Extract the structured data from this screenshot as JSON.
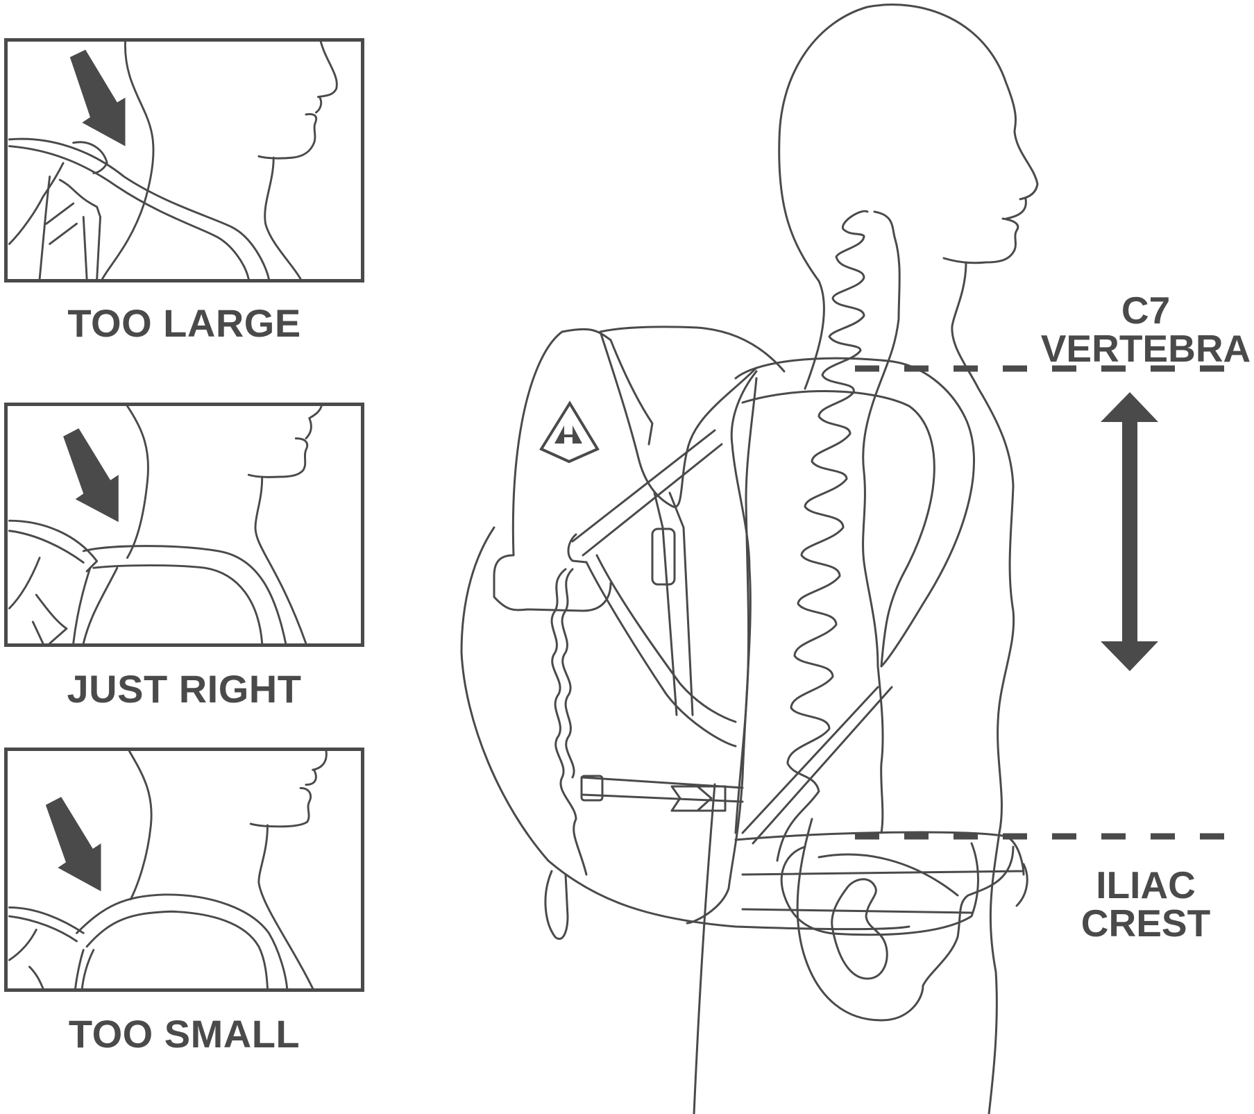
{
  "title": "Torso Length Fit Guide",
  "panels": [
    {
      "id": "too-large",
      "caption": "TOO LARGE",
      "arrow_icon": "pointer-arrow-icon"
    },
    {
      "id": "just-right",
      "caption": "JUST RIGHT",
      "arrow_icon": "pointer-arrow-icon"
    },
    {
      "id": "too-small",
      "caption": "TOO SMALL",
      "arrow_icon": "pointer-arrow-icon"
    }
  ],
  "main_figure": {
    "top_marker": {
      "line1": "C7",
      "line2": "VERTEBRA"
    },
    "bottom_marker": {
      "line1": "ILIAC",
      "line2": "CREST"
    },
    "measure_icon": "double-arrow-vertical-icon",
    "brand_logo": "triangle-logo-icon"
  },
  "colors": {
    "ink": "#4a4a4a",
    "background": "#ffffff"
  }
}
